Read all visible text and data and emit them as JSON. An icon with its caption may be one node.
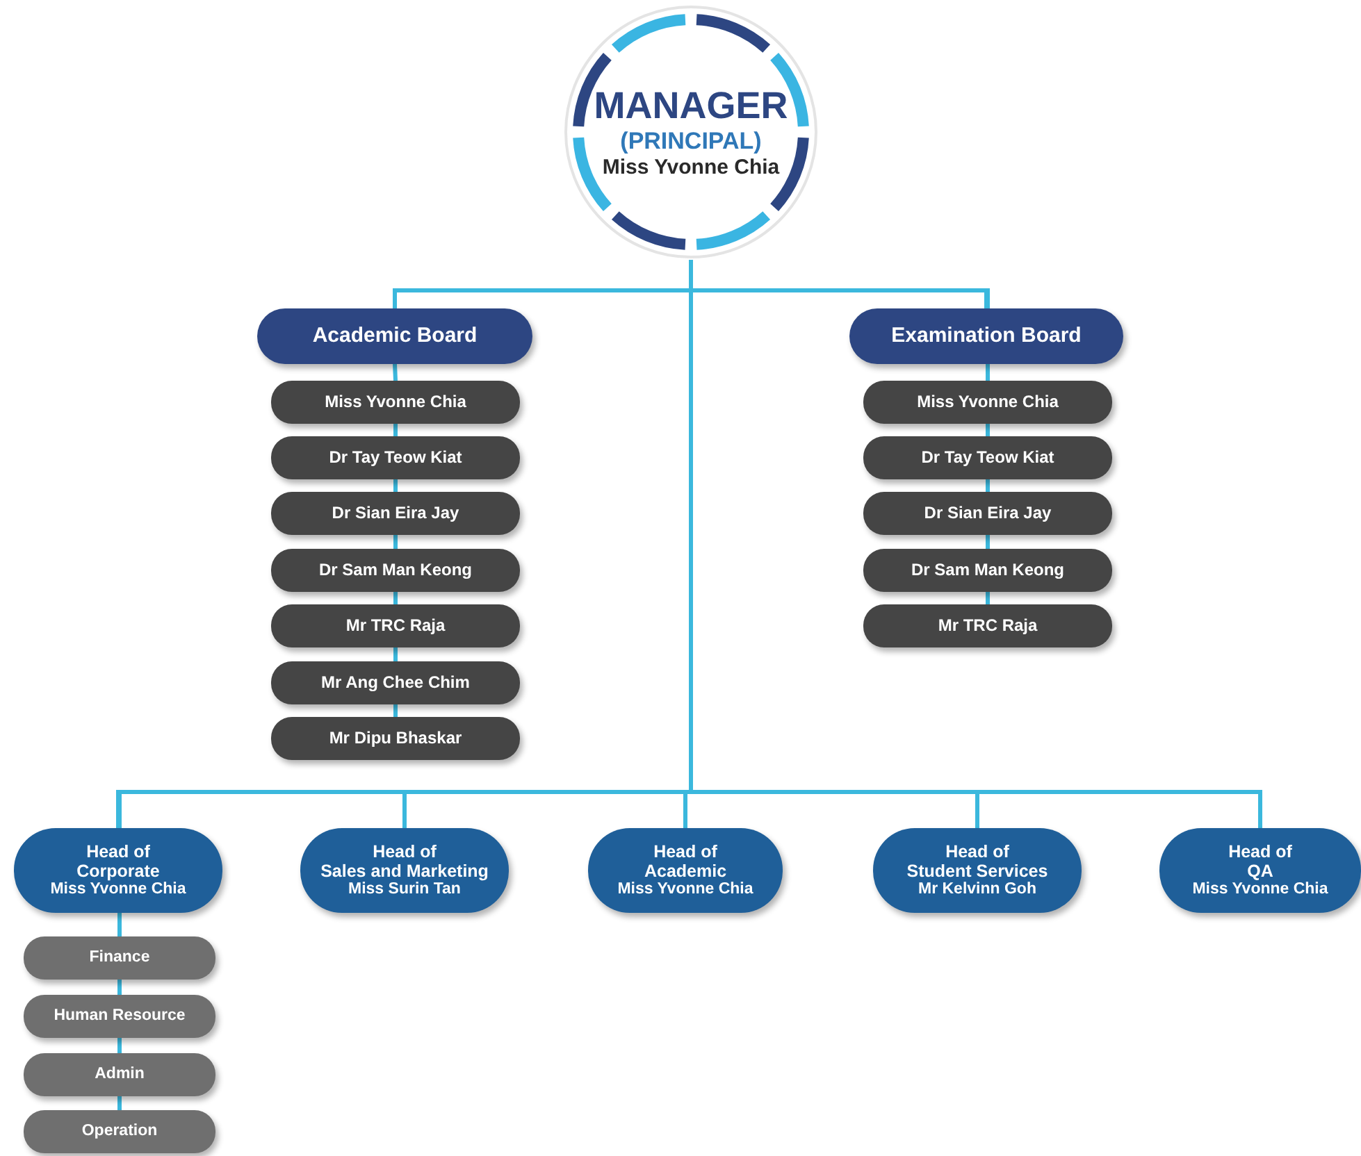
{
  "diagram": {
    "nodes": [
      {
        "text": [
          "MANAGER",
          "(PRINCIPAL)",
          "Miss Yvonne Chia"
        ]
      },
      {
        "text": [
          "Academic Board"
        ]
      },
      {
        "text": [
          "Miss Yvonne Chia"
        ]
      },
      {
        "text": [
          "Dr Tay Teow Kiat"
        ]
      },
      {
        "text": [
          "Dr Sian Eira Jay"
        ]
      },
      {
        "text": [
          "Dr Sam Man Keong"
        ]
      },
      {
        "text": [
          "Mr TRC Raja"
        ]
      },
      {
        "text": [
          "Mr Ang Chee Chim"
        ]
      },
      {
        "text": [
          "Mr Dipu Bhaskar"
        ]
      },
      {
        "text": [
          "Examination Board"
        ]
      },
      {
        "text": [
          "Miss Yvonne Chia"
        ]
      },
      {
        "text": [
          "Dr Tay Teow Kiat"
        ]
      },
      {
        "text": [
          "Dr Sian Eira Jay"
        ]
      },
      {
        "text": [
          "Dr Sam Man Keong"
        ]
      },
      {
        "text": [
          "Mr TRC Raja"
        ]
      },
      {
        "text": [
          "Head of",
          "Corporate",
          "Miss Yvonne Chia"
        ]
      },
      {
        "text": [
          "Finance"
        ]
      },
      {
        "text": [
          "Human Resource"
        ]
      },
      {
        "text": [
          "Admin"
        ]
      },
      {
        "text": [
          "Operation"
        ]
      },
      {
        "text": [
          "Head of",
          "Sales and Marketing",
          "Miss Surin Tan"
        ]
      },
      {
        "text": [
          "Head of",
          "Academic",
          "Miss Yvonne Chia"
        ]
      },
      {
        "text": [
          "Head of",
          "Student Services",
          "Mr Kelvinn Goh"
        ]
      },
      {
        "text": [
          "Head of",
          "QA",
          "Miss Yvonne Chia"
        ]
      }
    ],
    "edges": [
      {
        "from": 0,
        "to": 1,
        "arrow": "none"
      },
      {
        "from": 0,
        "to": 9,
        "arrow": "none"
      },
      {
        "from": 1,
        "to": 2,
        "arrow": "none"
      },
      {
        "from": 2,
        "to": 3,
        "arrow": "none"
      },
      {
        "from": 3,
        "to": 4,
        "arrow": "none"
      },
      {
        "from": 4,
        "to": 5,
        "arrow": "none"
      },
      {
        "from": 5,
        "to": 6,
        "arrow": "none"
      },
      {
        "from": 6,
        "to": 7,
        "arrow": "none"
      },
      {
        "from": 7,
        "to": 8,
        "arrow": "none"
      },
      {
        "from": 9,
        "to": 10,
        "arrow": "none"
      },
      {
        "from": 10,
        "to": 11,
        "arrow": "none"
      },
      {
        "from": 11,
        "to": 12,
        "arrow": "none"
      },
      {
        "from": 12,
        "to": 13,
        "arrow": "none"
      },
      {
        "from": 13,
        "to": 14,
        "arrow": "none"
      },
      {
        "from": 0,
        "to": 15,
        "arrow": "none"
      },
      {
        "from": 0,
        "to": 20,
        "arrow": "none"
      },
      {
        "from": 0,
        "to": 21,
        "arrow": "none"
      },
      {
        "from": 0,
        "to": 22,
        "arrow": "none"
      },
      {
        "from": 0,
        "to": 23,
        "arrow": "none"
      },
      {
        "from": 15,
        "to": 16,
        "arrow": "none"
      },
      {
        "from": 16,
        "to": 17,
        "arrow": "none"
      },
      {
        "from": 17,
        "to": 18,
        "arrow": "none"
      },
      {
        "from": 18,
        "to": 19,
        "arrow": "none"
      }
    ]
  }
}
